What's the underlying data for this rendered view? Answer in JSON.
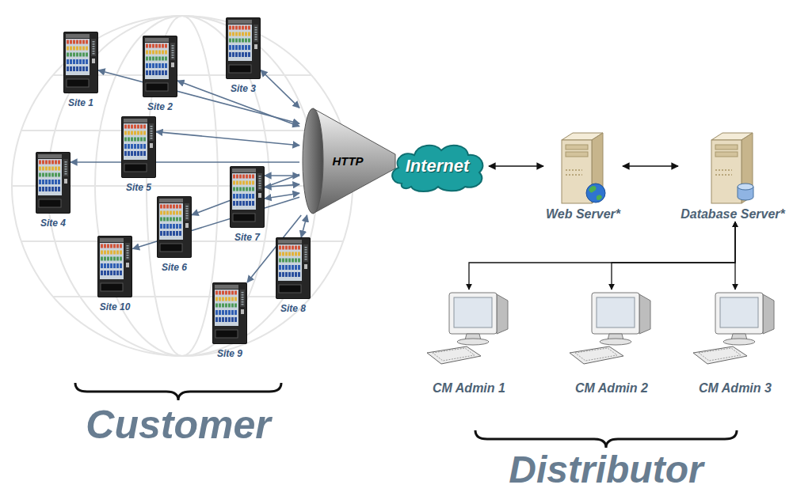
{
  "diagram": {
    "nodes": [
      {
        "text": [
          "Site 1"
        ]
      },
      {
        "text": [
          "Site 2"
        ]
      },
      {
        "text": [
          "Site 3"
        ]
      },
      {
        "text": [
          "Site 4"
        ]
      },
      {
        "text": [
          "Site 5"
        ]
      },
      {
        "text": [
          "Site 6"
        ]
      },
      {
        "text": [
          "Site 7"
        ]
      },
      {
        "text": [
          "Site 8"
        ]
      },
      {
        "text": [
          "Site 9"
        ]
      },
      {
        "text": [
          "Site 10"
        ]
      },
      {
        "text": [
          "HTTP"
        ]
      },
      {
        "text": [
          "Internet"
        ]
      },
      {
        "text": [
          "Web Server*"
        ]
      },
      {
        "text": [
          "Database Server*"
        ]
      },
      {
        "text": [
          "CM Admin 1"
        ]
      },
      {
        "text": [
          "CM Admin 2"
        ]
      },
      {
        "text": [
          "CM Admin 3"
        ]
      }
    ],
    "edges": [
      {
        "from": 10,
        "to": 0,
        "arrow": "both"
      },
      {
        "from": 10,
        "to": 1,
        "arrow": "both"
      },
      {
        "from": 10,
        "to": 2,
        "arrow": "both"
      },
      {
        "from": 10,
        "to": 3,
        "arrow": "to"
      },
      {
        "from": 10,
        "to": 4,
        "arrow": "both"
      },
      {
        "from": 10,
        "to": 5,
        "arrow": "to"
      },
      {
        "from": 10,
        "to": 6,
        "arrow": "both"
      },
      {
        "from": 10,
        "to": 6,
        "arrow": "both"
      },
      {
        "from": 10,
        "to": 6,
        "arrow": "both"
      },
      {
        "from": 10,
        "to": 7,
        "arrow": "both"
      },
      {
        "from": 10,
        "to": 8,
        "arrow": "to"
      },
      {
        "from": 10,
        "to": 9,
        "arrow": "to"
      },
      {
        "from": 11,
        "to": 12,
        "arrow": "both"
      },
      {
        "from": 12,
        "to": 13,
        "arrow": "both"
      },
      {
        "from": 13,
        "to": 14,
        "arrow": "both"
      },
      {
        "from": 13,
        "to": 15,
        "arrow": "both"
      },
      {
        "from": 13,
        "to": 16,
        "arrow": "both"
      }
    ],
    "labels": [
      "Customer",
      "Distributor"
    ]
  }
}
